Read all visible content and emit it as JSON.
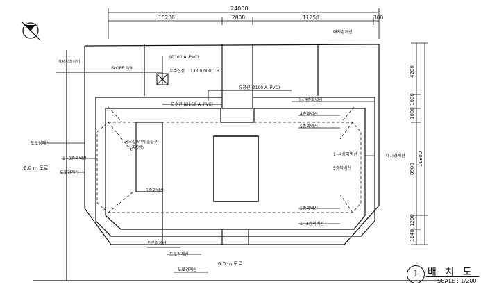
{
  "dimensions": {
    "total": "24000",
    "segments": [
      "10200",
      "2800",
      "11250",
      "300"
    ],
    "right_side": [
      "4200",
      "1000",
      "1000",
      "8900",
      "11800",
      "1200",
      "1148"
    ]
  },
  "labels": {
    "pvc_100_top": "(Ø100 A. PVC)",
    "slope": "SLOPE 1/8",
    "pvc_100_mid": "유공관(Ø100 A. PVC)",
    "pvc_150": "오수관 (Ø150 A. PVC)",
    "catch_basin": "1,000,000,1.3",
    "catch_basin_name": "우수관정",
    "boundary_right_top": "대지경계선",
    "boundary_right": "대지경계선",
    "ring_1_3": "1~3층외벽선",
    "floor4_outer": "4층외벽선",
    "floor5_outer": "5층외벽선",
    "floor1_4_right": "1~4층외벽선",
    "floor5_right": "5층외벽선",
    "floor1_3_left": "1~3층외벽선",
    "floor5_left": "5층외벽선",
    "floor5_bottom": "5층외벽선",
    "ring_1_3_bottom": "1~3층외벽선",
    "road_left": "6.0 m 도로",
    "road_bottom": "6.0 m 도로",
    "sewer_left": "도로경계선",
    "sewer_left2": "도로경계선",
    "sewer_bottom": "도로경계선",
    "sewer_bottom2": "도로경계선",
    "stair_note": "공조실(외부) 출입구",
    "stair_note2": "(1층개방)",
    "corner_label": "계량기함(지하)"
  },
  "title": {
    "number": "1",
    "main": "배 치 도",
    "scale": "SCALE : 1/200"
  }
}
